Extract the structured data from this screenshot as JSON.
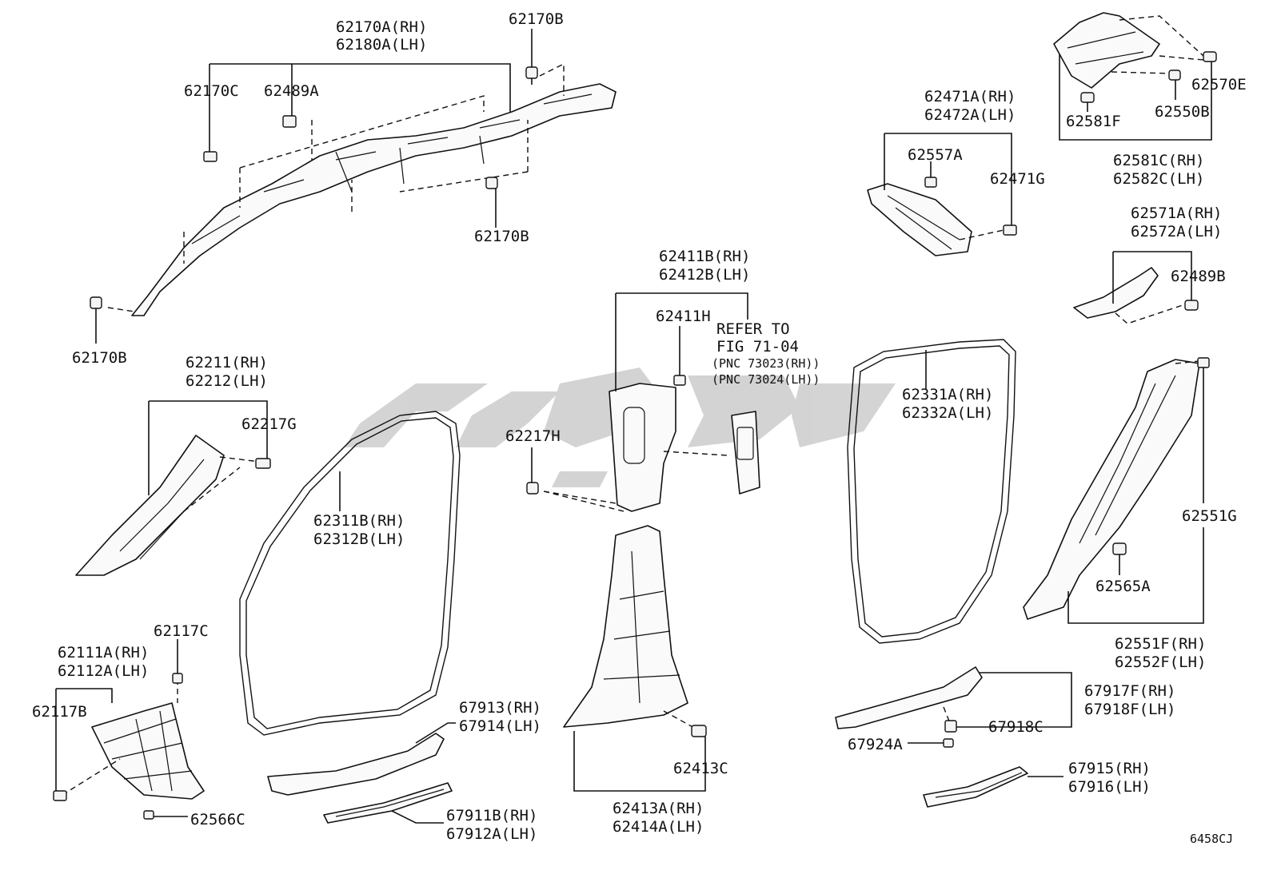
{
  "figure_code": "6458CJ",
  "labels": {
    "a62170A": "62170A(RH)",
    "a62180A": "62180A(LH)",
    "a62170B_top": "62170B",
    "a62170C": "62170C",
    "a62489A": "62489A",
    "a62170B_mid": "62170B",
    "a62170B_left": "62170B",
    "a62211": "62211(RH)",
    "a62212": "62212(LH)",
    "a62217G": "62217G",
    "a62311B": "62311B(RH)",
    "a62312B": "62312B(LH)",
    "a62117C": "62117C",
    "a62111A": "62111A(RH)",
    "a62112A": "62112A(LH)",
    "a62117B": "62117B",
    "a62566C": "62566C",
    "a67913": "67913(RH)",
    "a67914": "67914(LH)",
    "a67911B": "67911B(RH)",
    "a67912A": "67912A(LH)",
    "a62411B": "62411B(RH)",
    "a62412B": "62412B(LH)",
    "a62411H": "62411H",
    "a62217H": "62217H",
    "refer1": "REFER TO",
    "refer2": "FIG 71-04",
    "refer3": "(PNC 73023(RH))",
    "refer4": "(PNC 73024(LH))",
    "a62413C": "62413C",
    "a62413A": "62413A(RH)",
    "a62414A": "62414A(LH)",
    "a62471A": "62471A(RH)",
    "a62472A": "62472A(LH)",
    "a62557A": "62557A",
    "a62471G": "62471G",
    "a62570E": "62570E",
    "a62581F": "62581F",
    "a62550B": "62550B",
    "a62581C": "62581C(RH)",
    "a62582C": "62582C(LH)",
    "a62571A": "62571A(RH)",
    "a62572A": "62572A(LH)",
    "a62489B": "62489B",
    "a62331A": "62331A(RH)",
    "a62332A": "62332A(LH)",
    "a62551G": "62551G",
    "a62565A": "62565A",
    "a62551F": "62551F(RH)",
    "a62552F": "62552F(LH)",
    "a67917F": "67917F(RH)",
    "a67918F": "67918F(LH)",
    "a67918C": "67918C",
    "a67924A": "67924A",
    "a67915": "67915(RH)",
    "a67916": "67916(LH)"
  }
}
